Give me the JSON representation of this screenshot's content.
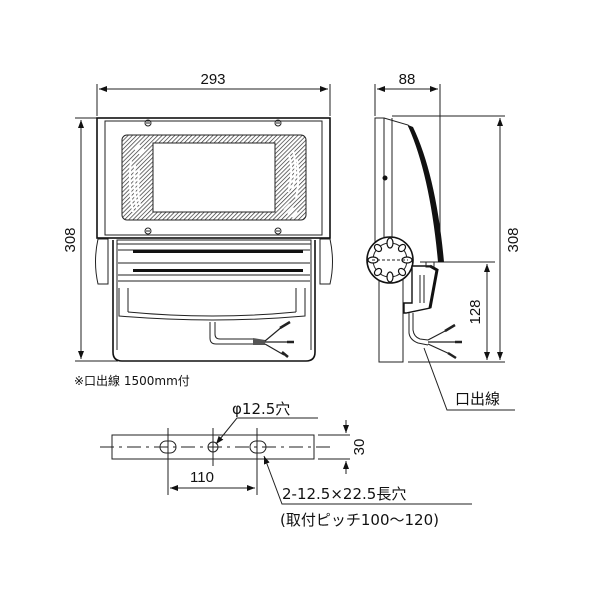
{
  "front_view": {
    "width_dim": "293",
    "height_dim": "308"
  },
  "side_view": {
    "depth_dim": "88",
    "height_dim": "308",
    "cable_height_dim": "128",
    "cable_label": "口出線"
  },
  "note": "※口出線 1500mm付",
  "bracket": {
    "hole_label": "φ12.5穴",
    "pitch_dim": "110",
    "width_dim": "30",
    "slot_label": "2-12.5×22.5長穴",
    "pitch_note": "(取付ピッチ100～120)"
  }
}
